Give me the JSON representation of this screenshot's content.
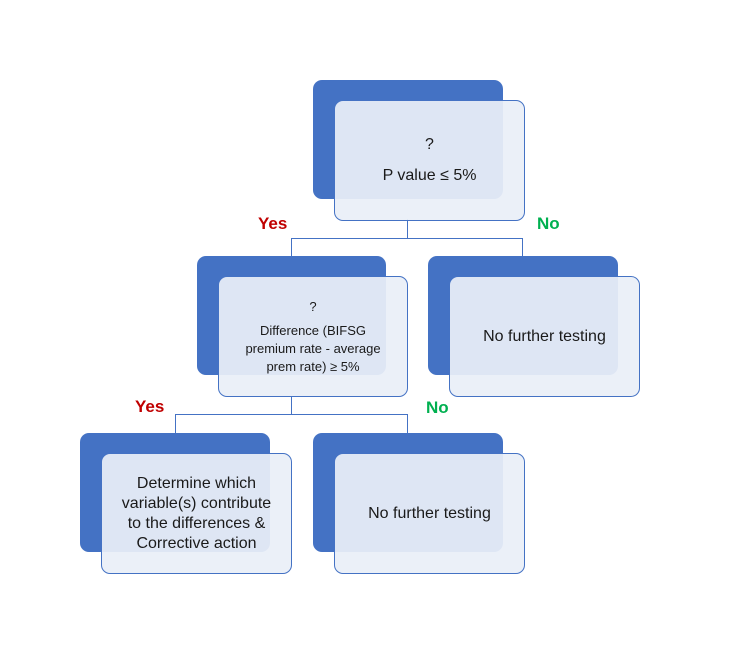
{
  "nodes": {
    "root": {
      "question": "?",
      "text": "P value ≤ 5%"
    },
    "left": {
      "question": "?",
      "line1": "Difference (BIFSG",
      "line2": "premium  rate - average",
      "line3": "prem rate) ≥ 5%"
    },
    "right": {
      "text": "No further testing"
    },
    "bottom_left": {
      "line1": "Determine which",
      "line2": "variable(s) contribute",
      "line3": "to the differences &",
      "line4": "Corrective action"
    },
    "bottom_right": {
      "text": "No further testing"
    }
  },
  "labels": {
    "yes_top": "Yes",
    "no_top": "No",
    "yes_bottom": "Yes",
    "no_bottom": "No"
  },
  "colors": {
    "box_fill": "#4472c4",
    "yes": "#c00000",
    "no": "#00b050"
  }
}
